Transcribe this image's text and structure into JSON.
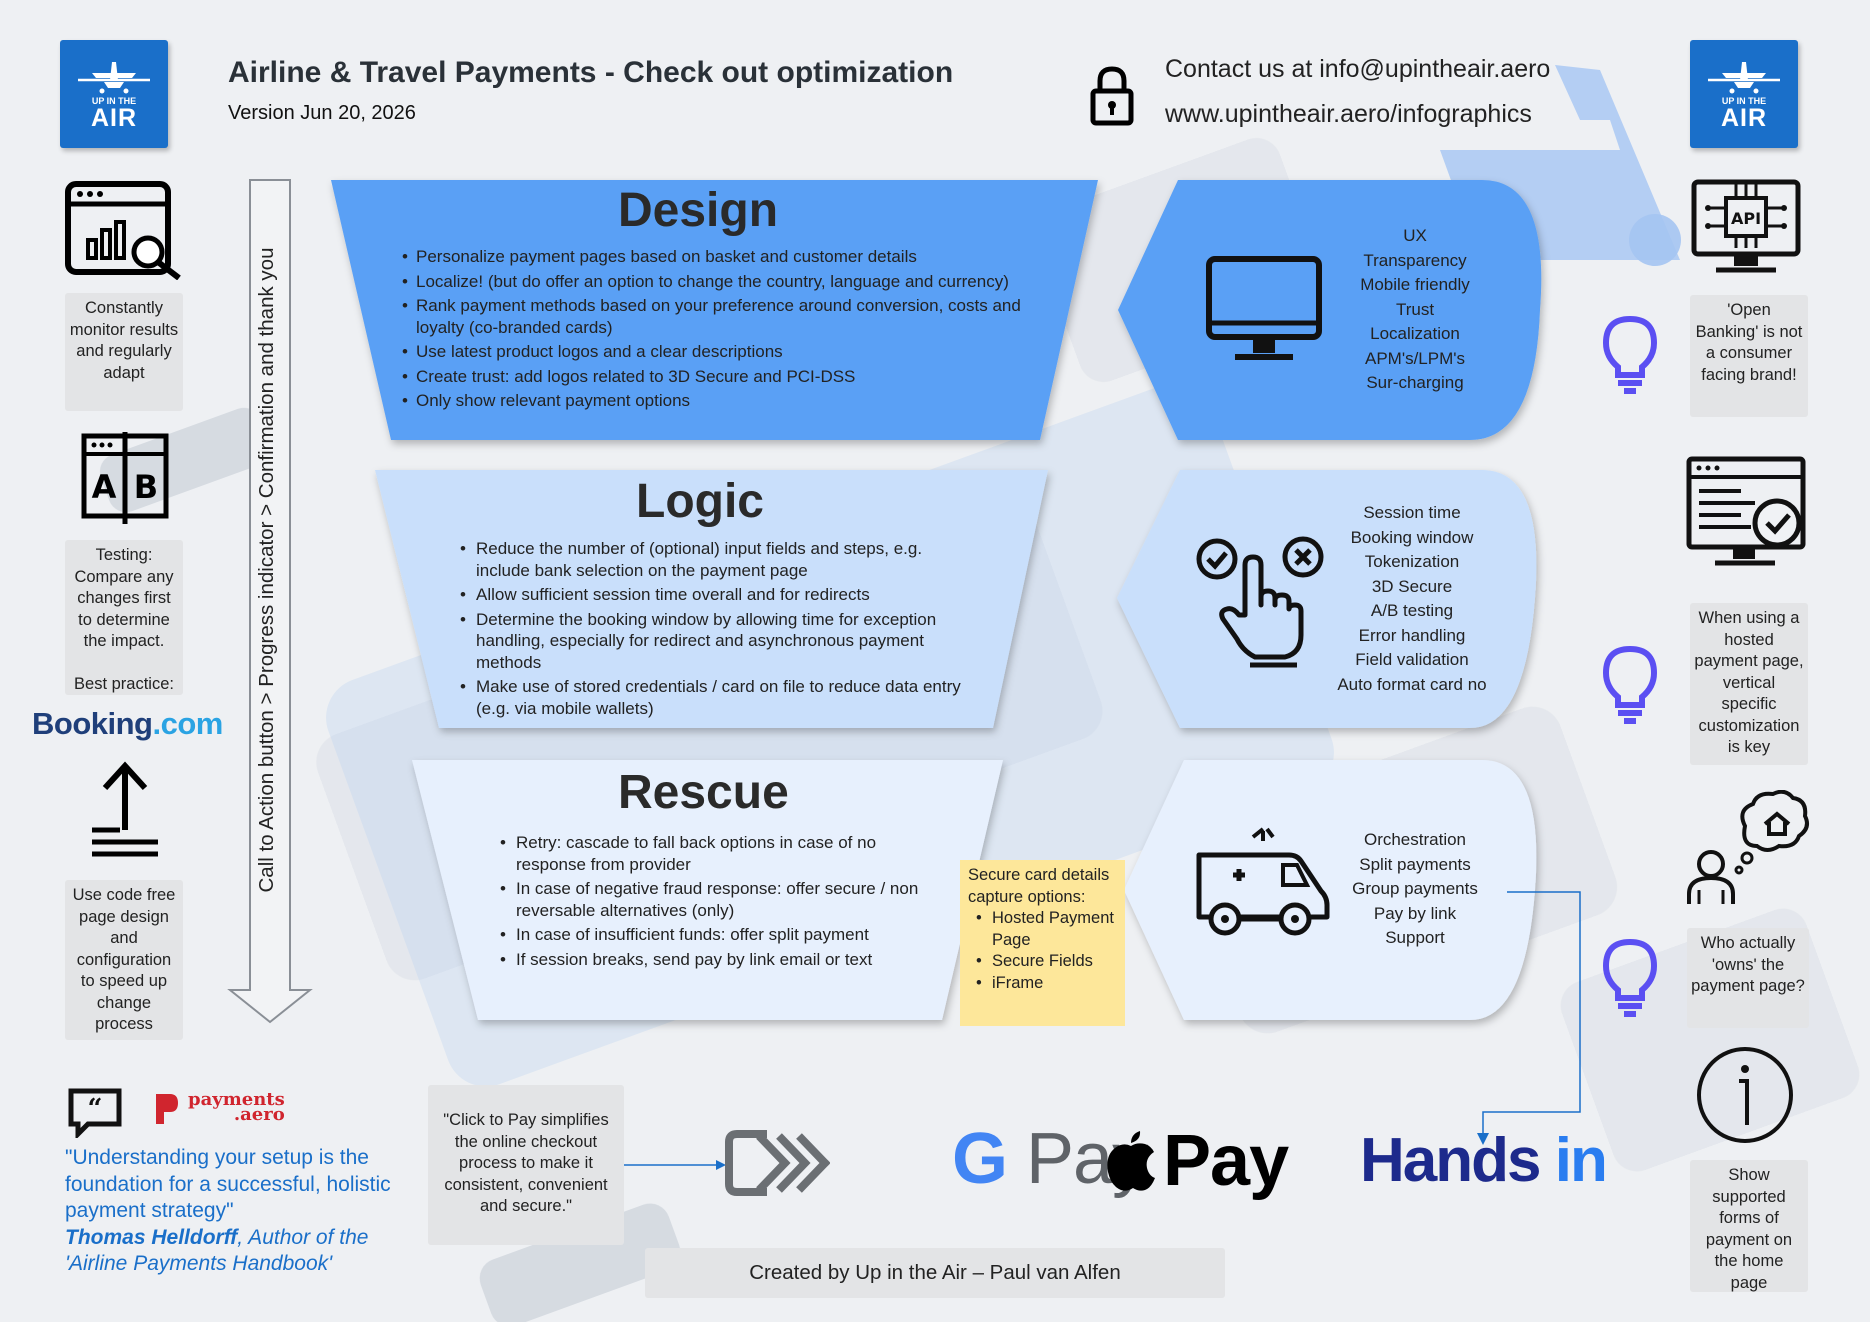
{
  "header": {
    "title": "Airline & Travel Payments - Check out optimization",
    "version": "Version Jun 20, 2026",
    "contact": "Contact us at info@upintheair.aero",
    "website": "www.upintheair.aero/infographics"
  },
  "logo": {
    "small": "UP IN THE",
    "big": "AIR"
  },
  "left_column": {
    "monitor_note": "Constantly monitor results and regularly adapt",
    "testing_note": "Testing: Compare any changes first to determine the impact.",
    "best_practice": "Best practice:",
    "booking_brand": "Booking",
    "booking_tld": ".com",
    "code_free_note": "Use code free page design and configuration to speed up change process"
  },
  "progress_arrow": "Call to Action button > Progress indicator > Confirmation and thank you",
  "design": {
    "title": "Design",
    "items": [
      "Personalize payment pages based on basket and customer details",
      "Localize! (but do offer an option to change the country, language and currency)",
      "Rank payment methods based on your preference around conversion, costs and loyalty (co-branded cards)",
      "Use latest product logos and a clear descriptions",
      "Create trust: add logos related to 3D Secure and PCI-DSS",
      "Only show relevant payment options"
    ],
    "side": [
      "UX",
      "Transparency",
      "Mobile friendly",
      "Trust",
      "Localization",
      "APM's/LPM's",
      "Sur-charging"
    ]
  },
  "logic": {
    "title": "Logic",
    "items": [
      "Reduce the number of (optional) input fields and steps, e.g. include bank selection on the payment page",
      "Allow sufficient session time overall and for redirects",
      "Determine the booking window by allowing time for exception handling, especially for redirect and asynchronous payment methods",
      "Make use of stored credentials / card on file to reduce data entry (e.g. via mobile wallets)"
    ],
    "side": [
      "Session time",
      "Booking window",
      "Tokenization",
      "3D Secure",
      "A/B testing",
      "Error handling",
      "Field validation",
      "Auto format card no"
    ]
  },
  "rescue": {
    "title": "Rescue",
    "items": [
      "Retry: cascade to fall back options in case of no response from provider",
      "In case of negative fraud response: offer secure / non reversable alternatives (only)",
      "In case of insufficient funds: offer split payment",
      "If session breaks, send pay by link email or text"
    ],
    "side": [
      "Orchestration",
      "Split payments",
      "Group payments",
      "Pay by link",
      "Support"
    ]
  },
  "sticky": {
    "heading": "Secure card details capture options:",
    "items": [
      "Hosted Payment Page",
      "Secure Fields",
      "iFrame"
    ]
  },
  "right_column": {
    "open_banking": "'Open Banking' is not a consumer facing brand!",
    "hosted_page": "When using a hosted payment page, vertical specific customization is key",
    "who_owns": "Who actually 'owns' the payment page?",
    "show_forms": "Show supported forms of payment on the home page",
    "api_label": "API"
  },
  "quote": {
    "text": "\"Understanding your setup is the foundation for a successful, holistic payment strategy\"",
    "author": "Thomas Helldorff",
    "role": ", Author of the 'Airline Payments Handbook'"
  },
  "payments_aero": {
    "line1": "payments",
    "line2": ".aero"
  },
  "click_to_pay": "\"Click to Pay simplifies the online checkout process to make it consistent, convenient and secure.\"",
  "wallets": {
    "gpay_g": "G",
    "gpay_text": "Pay",
    "apple_text": "Pay",
    "handsin_1": "Hands",
    "handsin_2": "in"
  },
  "footer": "Created by Up in the Air – Paul van Alfen",
  "colors": {
    "design_blue": "#5aa0f5",
    "logic_blue": "#c9dffb",
    "rescue_blue": "#e7f0fd",
    "brand_blue": "#1a6fc9",
    "sticky_yellow": "#fde79a",
    "bulb_purple": "#5b4ff2"
  }
}
